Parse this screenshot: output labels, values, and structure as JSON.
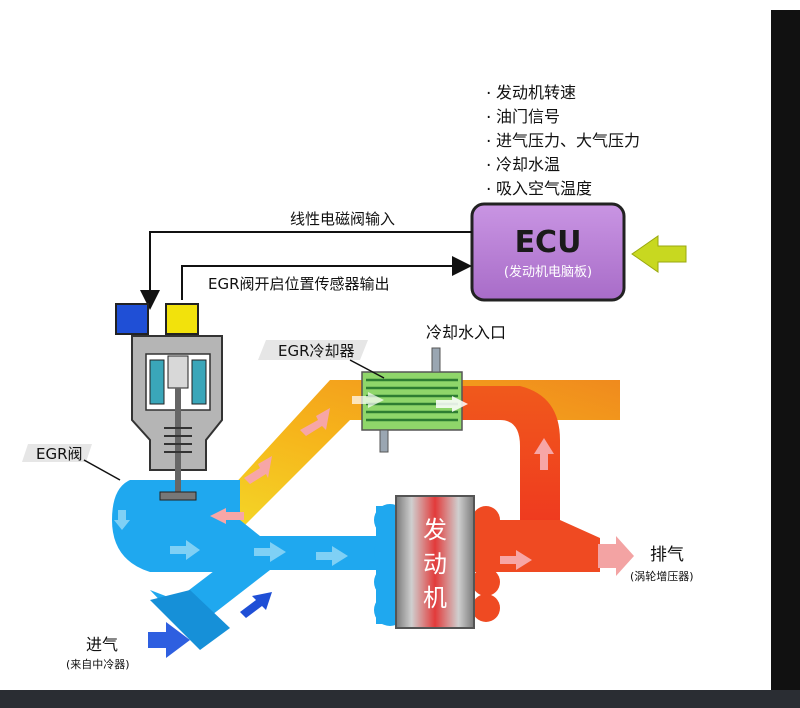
{
  "ecu": {
    "title": "ECU",
    "subtitle": "(发动机电脑板)",
    "inputs": [
      "发动机转速",
      "油门信号",
      "进气压力、大气压力",
      "冷却水温",
      "吸入空气温度"
    ]
  },
  "signals": {
    "solenoid_input": "线性电磁阀输入",
    "position_sensor_output": "EGR阀开启位置传感器输出"
  },
  "labels": {
    "egr_cooler": "EGR冷却器",
    "coolant_inlet": "冷却水入口",
    "egr_valve": "EGR阀",
    "engine": [
      "发",
      "动",
      "机"
    ],
    "exhaust": "排气",
    "exhaust_note": "(涡轮增压器)",
    "intake": "进气",
    "intake_note": "(来自中冷器)"
  },
  "colors": {
    "ecu_fill": "#b77fd6",
    "intake_blue": "#1fa8ef",
    "egr_yellow": "#f5b71c",
    "exhaust_red": "#ef4a22",
    "engine_red": "#d93030",
    "arrow_green": "#c8d820"
  }
}
